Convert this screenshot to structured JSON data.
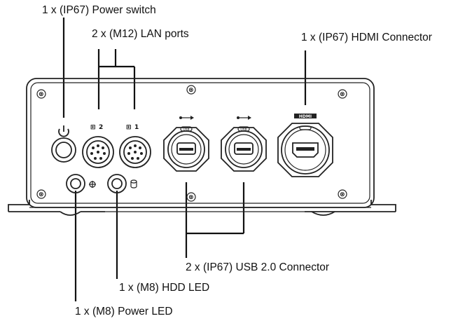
{
  "labels": {
    "power_switch": "1 x (IP67) Power switch",
    "lan_ports": "2 x (M12) LAN ports",
    "hdmi": "1 x (IP67) HDMI Connector",
    "usb": "2 x (IP67) USB 2.0 Connector",
    "hdd_led": "1 x (M8) HDD LED",
    "power_led": "1 x (M8) Power LED"
  },
  "port_marks": {
    "lan_2": "2",
    "lan_1": "1",
    "hdmi_mark": "HDMI",
    "usb_port_label": "USB"
  },
  "icons": [
    "power-icon",
    "network-icon",
    "usb-icon",
    "hdmi-icon",
    "hdd-icon",
    "power-led-icon"
  ]
}
